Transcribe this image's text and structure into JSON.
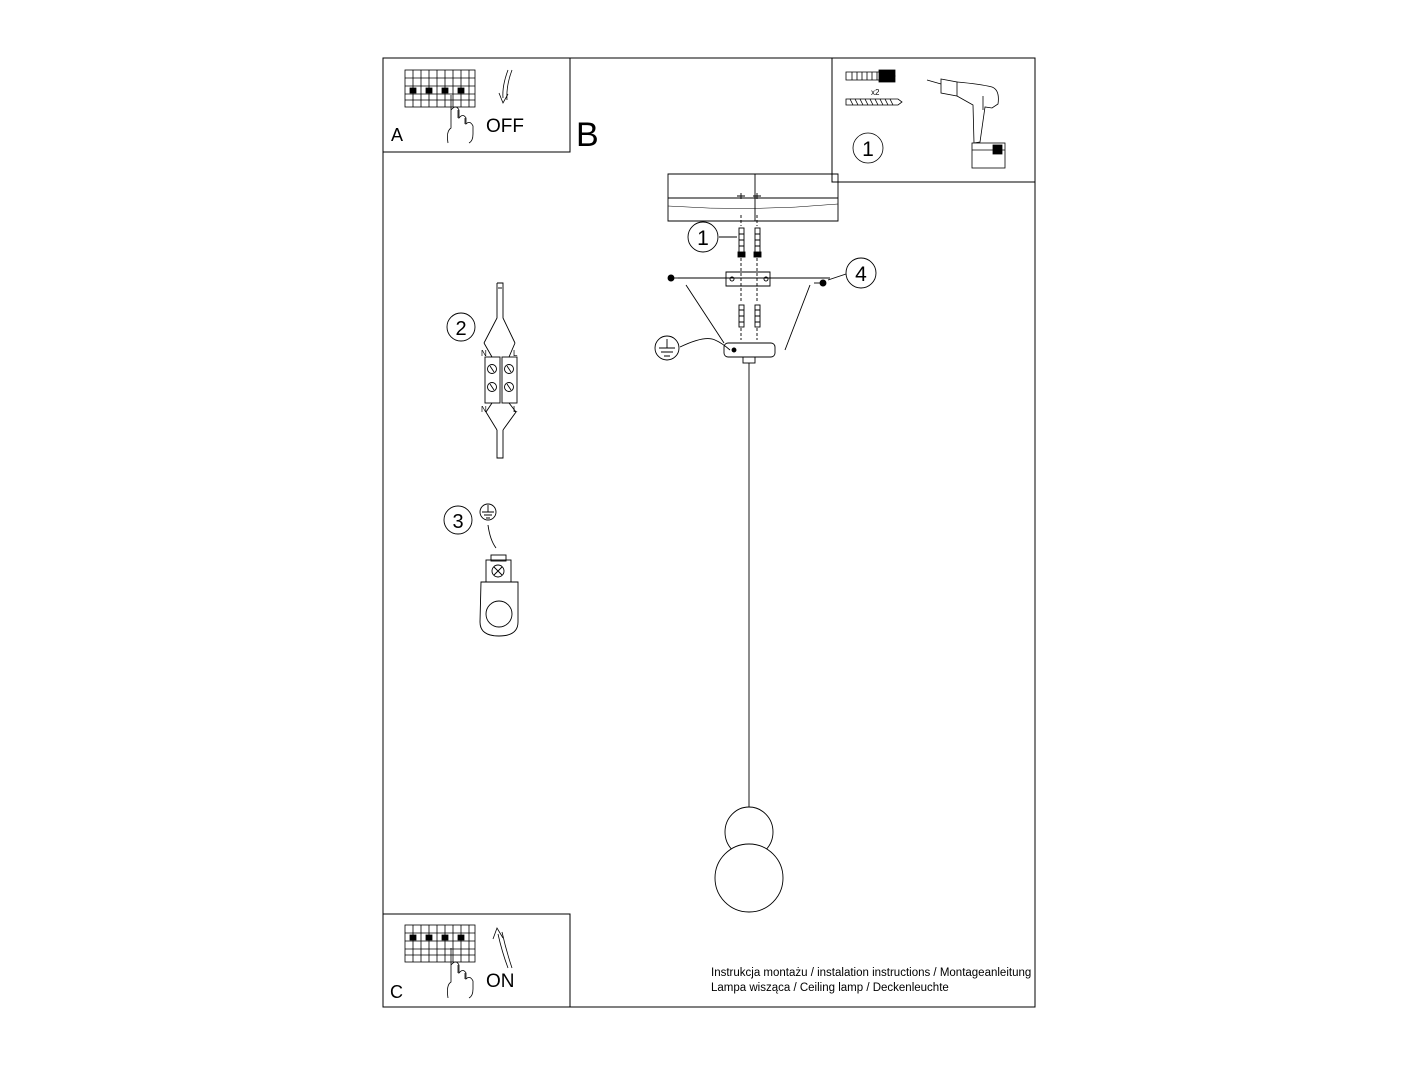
{
  "panels": {
    "a": {
      "letter": "A",
      "action": "OFF"
    },
    "b": {
      "letter": "B"
    },
    "c": {
      "letter": "C",
      "action": "ON"
    }
  },
  "tools": {
    "step_number": "1",
    "quantity": "x2",
    "icons": [
      "wall-plug-icon",
      "screw-icon",
      "drill-icon"
    ]
  },
  "steps": {
    "anchor": "1",
    "wiring": "2",
    "grounding": "3",
    "side_screws": "4"
  },
  "terminal": {
    "top_left": "N",
    "top_right": "L",
    "bottom_left": "N",
    "bottom_right": "L"
  },
  "footer": {
    "line1": "Instrukcja montażu / instalation instructions / Montageanleitung",
    "line2": "Lampa wisząca / Ceiling lamp / Deckenleuchte"
  }
}
